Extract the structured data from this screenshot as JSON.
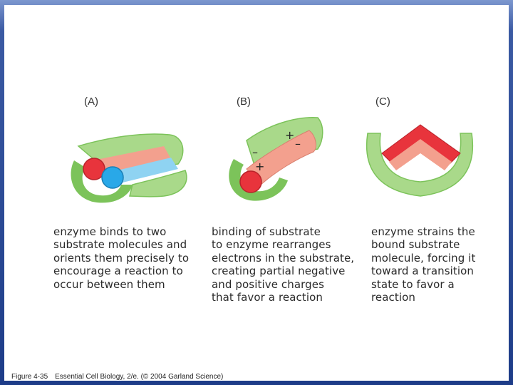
{
  "panels": [
    {
      "label": "(A)",
      "caption": [
        "enzyme binds to two",
        "substrate molecules and",
        "orients them precisely to",
        "encourage a reaction to",
        "occur between them"
      ]
    },
    {
      "label": "(B)",
      "caption": [
        "binding of substrate",
        "to enzyme rearranges",
        "electrons in the substrate,",
        "creating partial negative",
        "and positive charges",
        "that favor a reaction"
      ],
      "charges": [
        "+",
        "–",
        "–",
        "+"
      ]
    },
    {
      "label": "(C)",
      "caption": [
        "enzyme strains the",
        "bound substrate",
        "molecule, forcing it",
        "toward a transition",
        "state to favor a",
        "reaction"
      ]
    }
  ],
  "credit": {
    "figure_number": "Figure 4-35",
    "source": "Essential Cell Biology, 2/e. (© 2004 Garland Science)"
  },
  "colors": {
    "enzyme_green": "#a9d98a",
    "enzyme_green_dark": "#7cc35a",
    "substrate_red": "#e8343c",
    "substrate_pink": "#f3a08e",
    "substrate_blue": "#29a8e8",
    "slide_border": "#1d3c88"
  }
}
